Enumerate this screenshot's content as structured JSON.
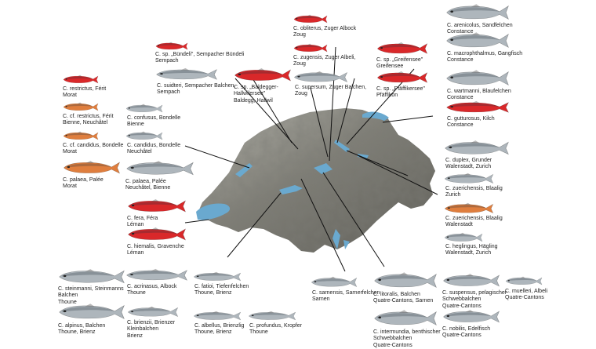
{
  "colors": {
    "red": "#d9282a",
    "silver": "#aeb6bc",
    "orange": "#df7e3e",
    "lake": "#6aa9cf",
    "relief": "#8a8a82",
    "line": "#111111"
  },
  "species": [
    {
      "id": "obliterus",
      "color": "red",
      "text": [
        "C. obliterus, Zuger Albock",
        "Zoug"
      ]
    },
    {
      "id": "zugensis",
      "color": "red",
      "text": [
        "C. zugensis, Zuger Albeli,",
        "Zoug"
      ]
    },
    {
      "id": "supersum",
      "color": "silver",
      "text": [
        "C. supersum, Zuger Balchen,",
        "Zoug"
      ]
    },
    {
      "id": "buendeli",
      "color": "red",
      "text": [
        "C. sp. „Bündeli\", Sempacher Bündeli",
        "Sempach"
      ]
    },
    {
      "id": "suidteri",
      "color": "silver",
      "text": [
        "C. suidteri, Sempacher Balchen,",
        "Sempach"
      ]
    },
    {
      "id": "baldegger",
      "color": "red",
      "text": [
        "C. sp. „Baldegger-",
        "Hallwilersee\"",
        "Baldegg, Hallwil"
      ]
    },
    {
      "id": "greifensee",
      "color": "red",
      "text": [
        "C. sp. „Greifensee\"",
        "Greifensee"
      ]
    },
    {
      "id": "pfaeffikersee",
      "color": "red",
      "text": [
        "C. sp. „Pfäffikersee\"",
        "Pfäffikon"
      ]
    },
    {
      "id": "arenicolus",
      "color": "silver",
      "text": [
        "C. arenicolus, Sandfelchen",
        "Constance"
      ]
    },
    {
      "id": "macrophthalmus",
      "color": "silver",
      "text": [
        "C. macrophthalmus, Gangfisch",
        "Constance"
      ]
    },
    {
      "id": "wartmanni",
      "color": "silver",
      "text": [
        "C. wartmanni, Blaufelchen",
        "Constance"
      ]
    },
    {
      "id": "gutturosus",
      "color": "red",
      "text": [
        "C. gutturosus, Kilch",
        "Constance"
      ]
    },
    {
      "id": "restrictus",
      "color": "red",
      "text": [
        "C. restrictus, Férit",
        "Morat"
      ]
    },
    {
      "id": "cf_restrictus",
      "color": "orange",
      "text": [
        "C. cf. restrictus, Férit",
        "Bienne, Neuchâtel"
      ]
    },
    {
      "id": "cf_candidus",
      "color": "orange",
      "text": [
        "C. cf. candidus, Bondelle",
        "Morat"
      ]
    },
    {
      "id": "palaea_morat",
      "color": "orange",
      "text": [
        "C. palaea, Palée",
        "Morat"
      ]
    },
    {
      "id": "confusus",
      "color": "silver",
      "text": [
        "C. confusus, Bondelle",
        "Bienne"
      ]
    },
    {
      "id": "candidus",
      "color": "silver",
      "text": [
        "C. candidus, Bondelle",
        "Neuchâtel"
      ]
    },
    {
      "id": "palaea_nb",
      "color": "silver",
      "text": [
        "C. palaea, Palée",
        "Neuchâtel, Bienne"
      ]
    },
    {
      "id": "fera",
      "color": "red",
      "text": [
        "C. fera, Féra",
        "Léman"
      ]
    },
    {
      "id": "hiemalis",
      "color": "red",
      "text": [
        "C. hiemalis, Gravenche",
        "Léman"
      ]
    },
    {
      "id": "duplex",
      "color": "silver",
      "text": [
        "C. duplex, Grunder",
        "Walenstadt, Zurich"
      ]
    },
    {
      "id": "zuerichensis_blaalig",
      "color": "silver",
      "text": [
        "C. zuerichensis, Blaalig",
        "Zurich"
      ]
    },
    {
      "id": "zuerichensis_w",
      "color": "orange",
      "text": [
        "C. zuerichensis, Blaalig",
        "Walenstadt"
      ]
    },
    {
      "id": "heglingus",
      "color": "silver",
      "text": [
        "C. heglingus, Hägling",
        "Walenstadt, Zurich"
      ]
    },
    {
      "id": "steinmanni",
      "color": "silver",
      "text": [
        "C. steinmanni, Steinmanns",
        "Balchen",
        "Thoune"
      ]
    },
    {
      "id": "acrinasus",
      "color": "silver",
      "text": [
        "C. acrinasus, Albock",
        "Thoune"
      ]
    },
    {
      "id": "fatioi",
      "color": "silver",
      "text": [
        "C. fatioi, Tiefenfelchen",
        "Thoune, Brienz"
      ]
    },
    {
      "id": "alpinus",
      "color": "silver",
      "text": [
        "C. alpinus, Balchen",
        "Thoune, Brienz"
      ]
    },
    {
      "id": "brienzii",
      "color": "silver",
      "text": [
        "C. brienzii, Brienzer",
        "Kleinbalchen",
        "Brienz"
      ]
    },
    {
      "id": "albellus",
      "color": "silver",
      "text": [
        "C. albellus, Brienzlig",
        "Thoune, Brienz"
      ]
    },
    {
      "id": "profundus",
      "color": "silver",
      "text": [
        "C. profundus, Kropfer",
        "Thoune"
      ]
    },
    {
      "id": "sarnensis",
      "color": "silver",
      "text": [
        "C. sarnensis, Sarnerfelchen",
        "Sarnen"
      ]
    },
    {
      "id": "litoralis",
      "color": "silver",
      "text": [
        "C. litoralis, Balchen",
        "Quatre-Cantons, Sarnen"
      ]
    },
    {
      "id": "intermundia",
      "color": "silver",
      "text": [
        "C. intermundia, benthischer",
        "Schwebbalchen",
        "Quatre-Cantons"
      ]
    },
    {
      "id": "suspensus",
      "color": "silver",
      "text": [
        "C. suspensus, pelagischer",
        "Schwebbalchen",
        "Quatre-Cantons"
      ]
    },
    {
      "id": "nobilis",
      "color": "silver",
      "text": [
        "C. nobilis, Edelfisch",
        "Quatre-Cantons"
      ]
    },
    {
      "id": "muelleri",
      "color": "silver",
      "text": [
        "C. muelleri, Albeli",
        "Quatre-Cantons"
      ]
    }
  ]
}
